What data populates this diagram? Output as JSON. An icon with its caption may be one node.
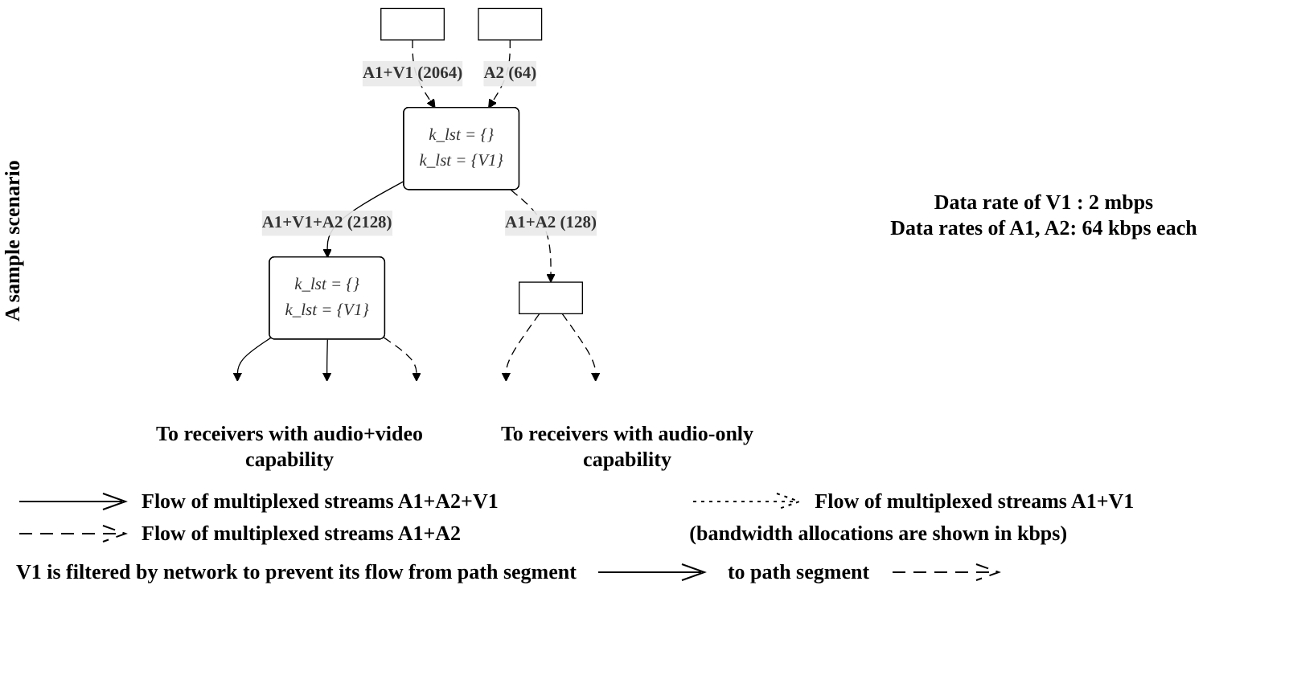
{
  "diagram": {
    "nodes": [
      {
        "text": [],
        "shape": "box"
      },
      {
        "text": [],
        "shape": "box"
      },
      {
        "text": [
          "k_lst = {}",
          "k_lst = {V1}"
        ]
      },
      {
        "text": [
          "k_lst = {}",
          "k_lst = {V1}"
        ]
      },
      {
        "text": [],
        "shape": "box"
      }
    ],
    "edges": [
      {
        "from": 0,
        "to": 2,
        "arrow": "to",
        "label": "A1+V1 (2064)",
        "style": "dashed"
      },
      {
        "from": 1,
        "to": 2,
        "arrow": "to",
        "label": "A2 (64)",
        "style": "dashed"
      },
      {
        "from": 2,
        "to": 3,
        "arrow": "to",
        "label": "A1+V1+A2 (2128)"
      },
      {
        "from": 2,
        "to": 4,
        "arrow": "to",
        "label": "A1+A2 (128)",
        "style": "dashed"
      },
      {
        "from": 3,
        "to": null,
        "arrow": "to"
      },
      {
        "from": 3,
        "to": null,
        "arrow": "to"
      },
      {
        "from": 3,
        "to": null,
        "arrow": "to",
        "style": "dashed"
      },
      {
        "from": 4,
        "to": null,
        "arrow": "to",
        "style": "dashed"
      },
      {
        "from": 4,
        "to": null,
        "arrow": "to",
        "style": "dashed"
      }
    ],
    "labels": [
      "A sample scenario",
      "To receivers with audio+video capability",
      "To receivers with audio-only capability",
      "Data rate of V1 :   2 mbps",
      "Data rates of A1, A2:  64 kbps each",
      "(bandwidth allocations are shown in kbps)",
      "V1 is filtered by network to prevent its flow from path segment",
      "to path segment"
    ],
    "legend": [
      {
        "text": "Flow of multiplexed streams A1+A2+V1"
      },
      {
        "text": "Flow of multiplexed streams A1+V1"
      },
      {
        "text": "Flow of multiplexed streams A1+A2"
      }
    ]
  }
}
